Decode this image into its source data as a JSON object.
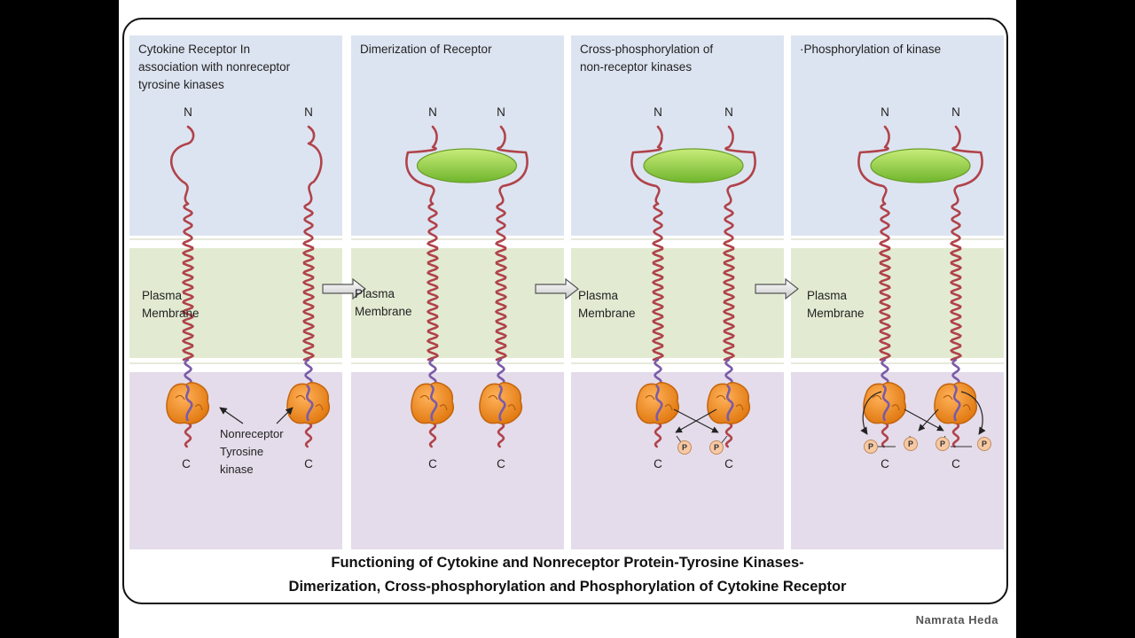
{
  "panels": [
    {
      "title": "Cytokine Receptor In association with  nonreceptor tyrosine kinases",
      "title_lines": [
        "Cytokine Receptor In",
        "association with  nonreceptor",
        "tyrosine kinases"
      ]
    },
    {
      "title": "Dimerization of Receptor",
      "title_lines": [
        "Dimerization of Receptor"
      ]
    },
    {
      "title": "Cross-phosphorylation of non-receptor kinases",
      "title_lines": [
        "Cross-phosphorylation of",
        "non-receptor  kinases"
      ]
    },
    {
      "title": "·Phosphorylation of kinase",
      "title_lines": [
        "·Phosphorylation of kinase"
      ]
    }
  ],
  "terminus_n": "N",
  "terminus_c": "C",
  "membrane_label_lines": [
    "Plasma",
    "Membrane"
  ],
  "kinase_label_lines": [
    "Nonreceptor",
    "Tyrosine",
    "kinase"
  ],
  "phosphate_label": "P",
  "caption_lines": [
    "Functioning of Cytokine and Nonreceptor Protein-Tyrosine Kinases-",
    "Dimerization, Cross-phosphorylation  and Phosphorylation  of Cytokine Receptor"
  ],
  "credit": "Namrata Heda",
  "colors": {
    "extracellular": "#dde4f1",
    "membrane": "#e2ebd2",
    "cytoplasm": "#e4dcea",
    "receptor_chain": "#b0434a",
    "receptor_intracellular": "#7a5ba8",
    "ligand": "#8ccc3e",
    "kinase": "#f08c1e",
    "phosphate": "#f7c9a3"
  }
}
